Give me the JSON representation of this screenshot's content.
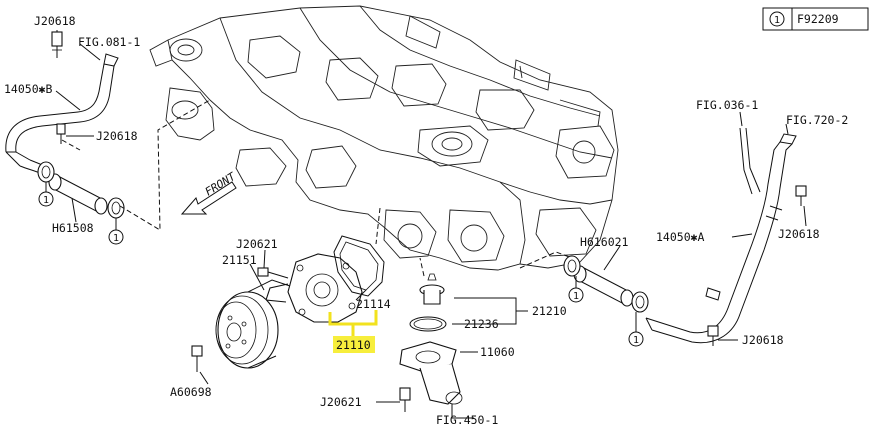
{
  "header": {
    "ref_num": "1",
    "fig_code": "F92209"
  },
  "labels": {
    "j20618_top": "J20618",
    "fig081": "FIG.081-1",
    "hose_b": "14050✱B",
    "j20618_mid": "J20618",
    "h61508": "H61508",
    "front": "FRONT",
    "j20621_top": "J20621",
    "p21151": "21151",
    "p21114": "21114",
    "p21110": "21110",
    "a60698": "A60698",
    "j20621_bot": "J20621",
    "fig450": "FIG.450-1",
    "p21236": "21236",
    "p21210": "21210",
    "p11060": "11060",
    "h616021": "H616021",
    "fig036": "FIG.036-1",
    "fig720": "FIG.720-2",
    "j20618_right": "J20618",
    "hose_a": "14050✱A",
    "j20618_rbot": "J20618"
  },
  "callouts": [
    "1",
    "1",
    "1",
    "1"
  ],
  "colors": {
    "highlight": "#f7ee3c",
    "line": "#111111"
  }
}
